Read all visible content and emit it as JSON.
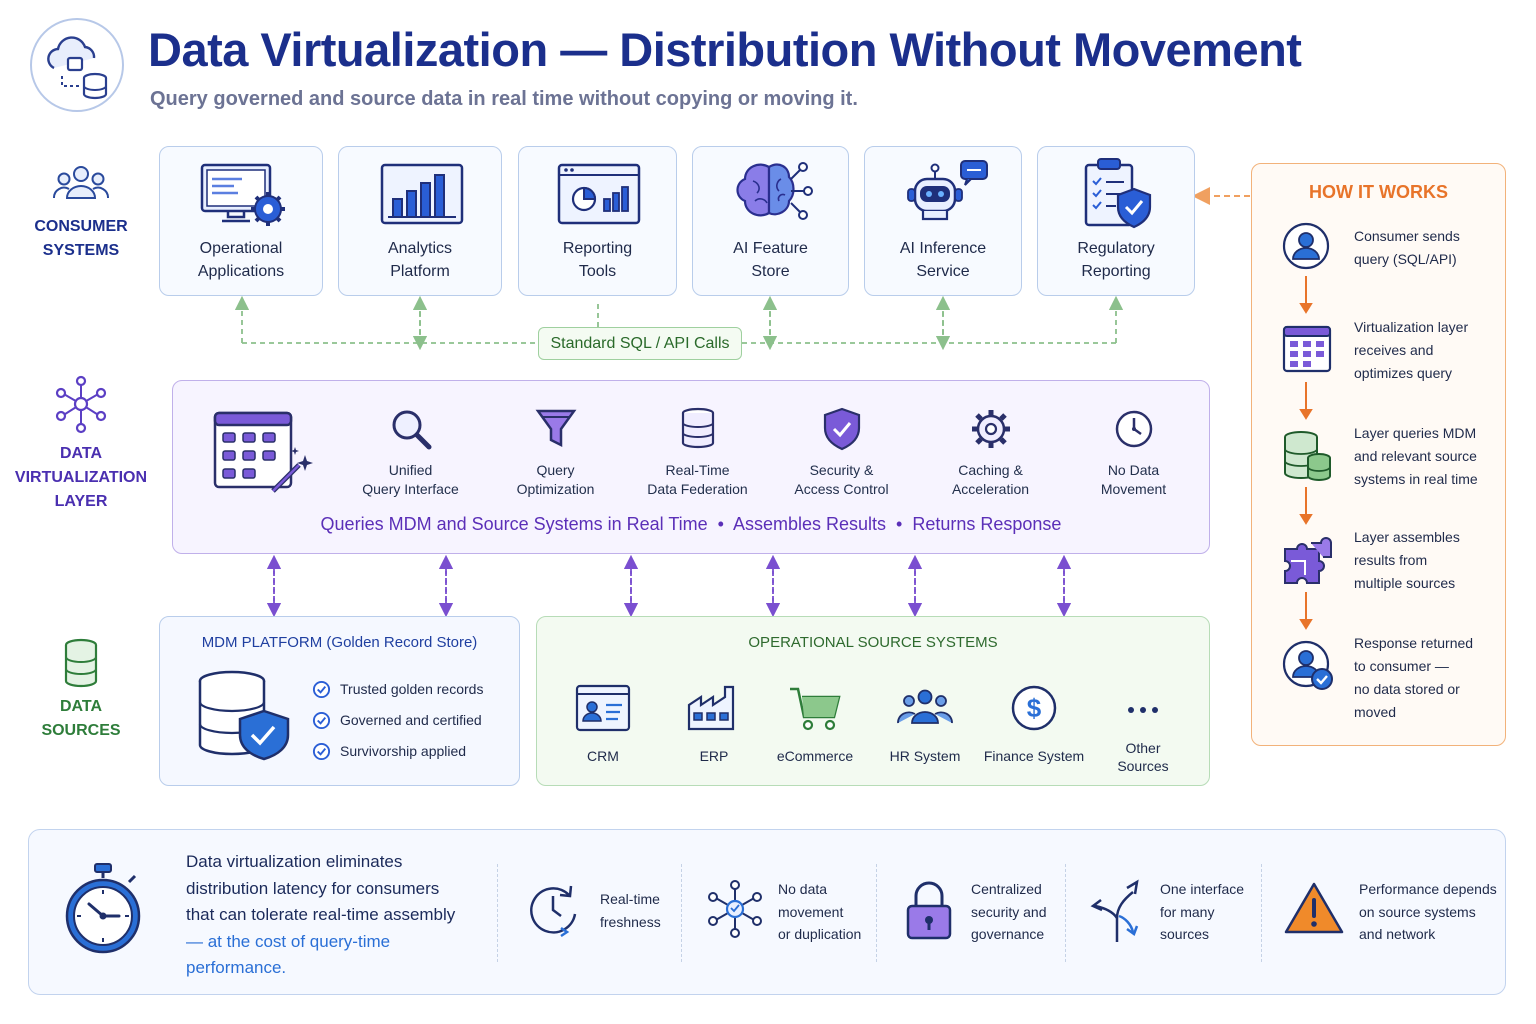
{
  "header": {
    "title": "Data Virtualization — Distribution Without Movement",
    "subtitle": "Query governed and source data in real time without copying or moving it."
  },
  "row_labels": {
    "consumer": [
      "CONSUMER",
      "SYSTEMS"
    ],
    "layer": [
      "DATA",
      "VIRTUALIZATION",
      "LAYER"
    ],
    "sources": [
      "DATA",
      "SOURCES"
    ]
  },
  "consumers": [
    {
      "icon": "monitor-gear-icon",
      "l1": "Operational",
      "l2": "Applications"
    },
    {
      "icon": "bar-chart-icon",
      "l1": "Analytics",
      "l2": "Platform"
    },
    {
      "icon": "report-window-icon",
      "l1": "Reporting",
      "l2": "Tools"
    },
    {
      "icon": "brain-network-icon",
      "l1": "AI Feature",
      "l2": "Store"
    },
    {
      "icon": "robot-chat-icon",
      "l1": "AI Inference",
      "l2": "Service"
    },
    {
      "icon": "clipboard-shield-icon",
      "l1": "Regulatory",
      "l2": "Reporting"
    }
  ],
  "sql_label": "Standard SQL / API Calls",
  "virtualization": {
    "features": [
      {
        "icon": "search-icon",
        "l1": "Unified",
        "l2": "Query Interface"
      },
      {
        "icon": "funnel-icon",
        "l1": "Query",
        "l2": "Optimization"
      },
      {
        "icon": "database-icon",
        "l1": "Real-Time",
        "l2": "Data Federation"
      },
      {
        "icon": "shield-check-icon",
        "l1": "Security &",
        "l2": "Access Control"
      },
      {
        "icon": "gear-icon",
        "l1": "Caching &",
        "l2": "Acceleration"
      },
      {
        "icon": "clock-icon",
        "l1": "No Data",
        "l2": "Movement"
      }
    ],
    "tagline": "Queries MDM and Source Systems in Real Time  •  Assembles Results  •  Returns Response"
  },
  "mdm": {
    "title": "MDM PLATFORM (Golden Record Store)",
    "checks": [
      "Trusted golden records",
      "Governed and certified",
      "Survivorship applied"
    ]
  },
  "ops": {
    "title": "OPERATIONAL SOURCE SYSTEMS",
    "systems": [
      {
        "icon": "crm-card-icon",
        "l1": "CRM",
        "l2": ""
      },
      {
        "icon": "factory-icon",
        "l1": "ERP",
        "l2": ""
      },
      {
        "icon": "cart-icon",
        "l1": "eCommerce",
        "l2": ""
      },
      {
        "icon": "people-icon",
        "l1": "HR System",
        "l2": ""
      },
      {
        "icon": "dollar-icon",
        "l1": "Finance System",
        "l2": ""
      },
      {
        "icon": "more-dots-icon",
        "l1": "Other",
        "l2": "Sources"
      }
    ]
  },
  "how_it_works": {
    "title": "HOW IT WORKS",
    "steps": [
      {
        "icon": "user-circle-icon",
        "lines": [
          "Consumer sends",
          "query (SQL/API)"
        ]
      },
      {
        "icon": "grid-window-icon",
        "lines": [
          "Virtualization layer",
          "receives and",
          "optimizes query"
        ]
      },
      {
        "icon": "database-stack-icon",
        "lines": [
          "Layer queries MDM",
          "and relevant source",
          "systems in real time"
        ]
      },
      {
        "icon": "puzzle-icon",
        "lines": [
          "Layer assembles",
          "results from",
          "multiple sources"
        ]
      },
      {
        "icon": "user-check-icon",
        "lines": [
          "Response returned",
          "to consumer —",
          "no data stored or",
          "moved"
        ]
      }
    ]
  },
  "bottom": {
    "lead_lines": [
      "Data virtualization eliminates",
      "distribution latency for consumers",
      "that can tolerate real-time assembly"
    ],
    "lead_accent_lines": [
      "— at the cost of query-time",
      "performance."
    ],
    "points": [
      {
        "icon": "clock-arrow-icon",
        "lines": [
          "Real-time",
          "freshness"
        ]
      },
      {
        "icon": "network-hub-icon",
        "lines": [
          "No data",
          "movement",
          "or duplication"
        ]
      },
      {
        "icon": "padlock-icon",
        "lines": [
          "Centralized",
          "security and",
          "governance"
        ]
      },
      {
        "icon": "split-arrows-icon",
        "lines": [
          "One interface",
          "for many",
          "sources"
        ]
      },
      {
        "icon": "warning-icon",
        "lines": [
          "Performance depends",
          "on source systems",
          "and network"
        ]
      }
    ]
  },
  "colors": {
    "navy": "#1b2f8c",
    "purple": "#5b3fc4",
    "green": "#2e7d3a",
    "orange": "#e8742a",
    "blue": "#2a6fd6"
  }
}
